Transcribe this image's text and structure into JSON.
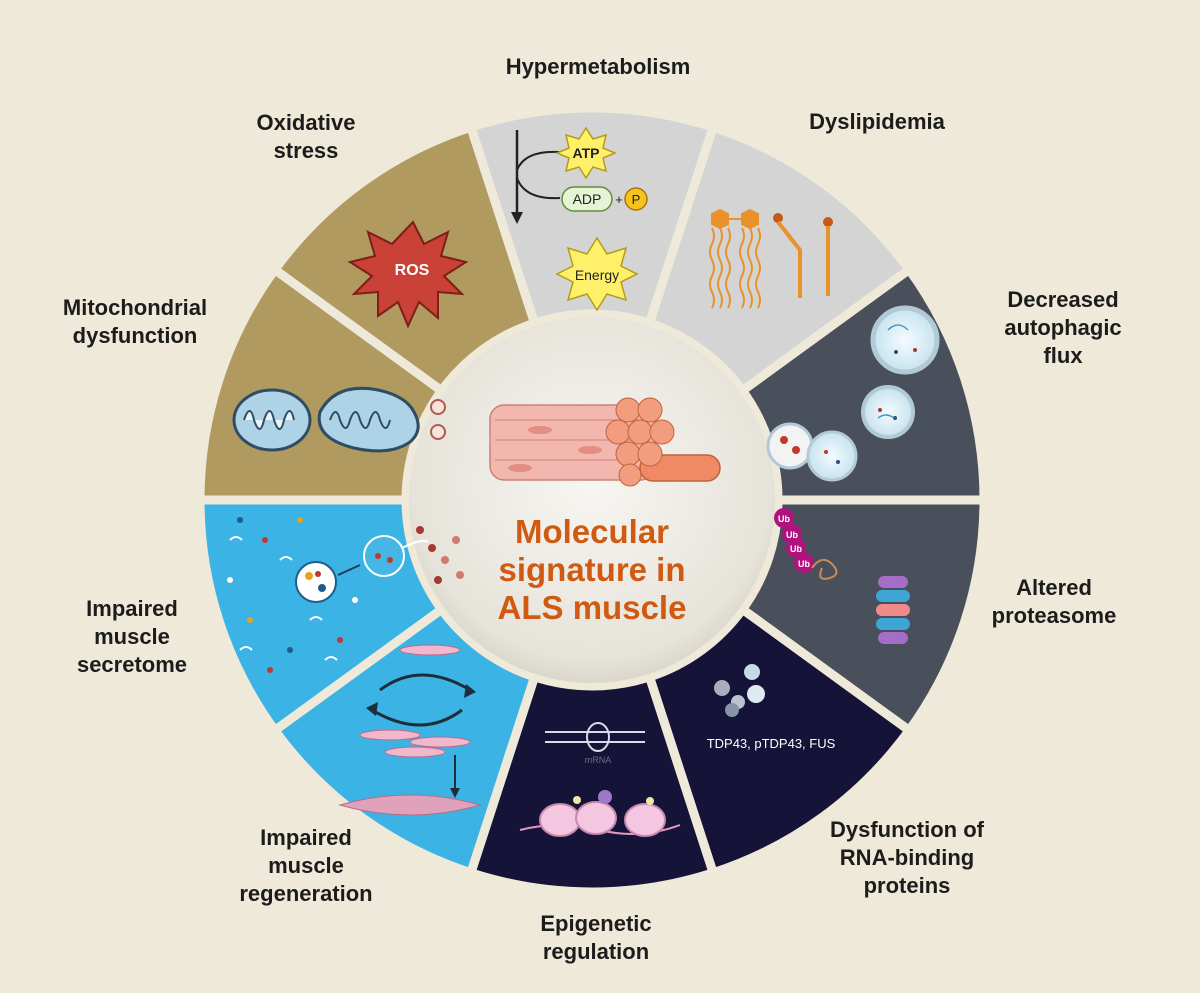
{
  "center": {
    "title": "Molecular\nsignature in\nALS muscle"
  },
  "segments": [
    {
      "id": "hypermetabolism",
      "label": "Hypermetabolism",
      "color": "#d4d4d4"
    },
    {
      "id": "dyslipidemia",
      "label": "Dyslipidemia",
      "color": "#d4d4d4"
    },
    {
      "id": "autophagic-flux",
      "label": "Decreased\nautophagic flux",
      "color": "#4a4f5c"
    },
    {
      "id": "proteasome",
      "label": "Altered\nproteasome",
      "color": "#4a4f5c"
    },
    {
      "id": "rna-binding",
      "label": "Dysfunction of\nRNA-binding\nproteins",
      "color": "#161338"
    },
    {
      "id": "epigenetic",
      "label": "Epigenetic\nregulation",
      "color": "#161338"
    },
    {
      "id": "regeneration",
      "label": "Impaired\nmuscle\nregeneration",
      "color": "#3bb3e4"
    },
    {
      "id": "secretome",
      "label": "Impaired\nmuscle\nsecretome",
      "color": "#3bb3e4"
    },
    {
      "id": "mitochondrial",
      "label": "Mitochondrial\ndysfunction",
      "color": "#b09a60"
    },
    {
      "id": "oxidative",
      "label": "Oxidative\nstress",
      "color": "#b09a60"
    }
  ],
  "illustrations": {
    "atp": "ATP",
    "adp": "ADP",
    "plus": "+",
    "phosphate": "P",
    "energy": "Energy",
    "ros": "ROS",
    "ub": "Ub",
    "rbp_names": "TDP43, pTDP43, FUS",
    "mrna": "mRNA"
  },
  "colors": {
    "background": "#eee9d8",
    "center_fill": "#e9e6de",
    "center_title": "#d15a12",
    "separator": "#eee9d8"
  }
}
